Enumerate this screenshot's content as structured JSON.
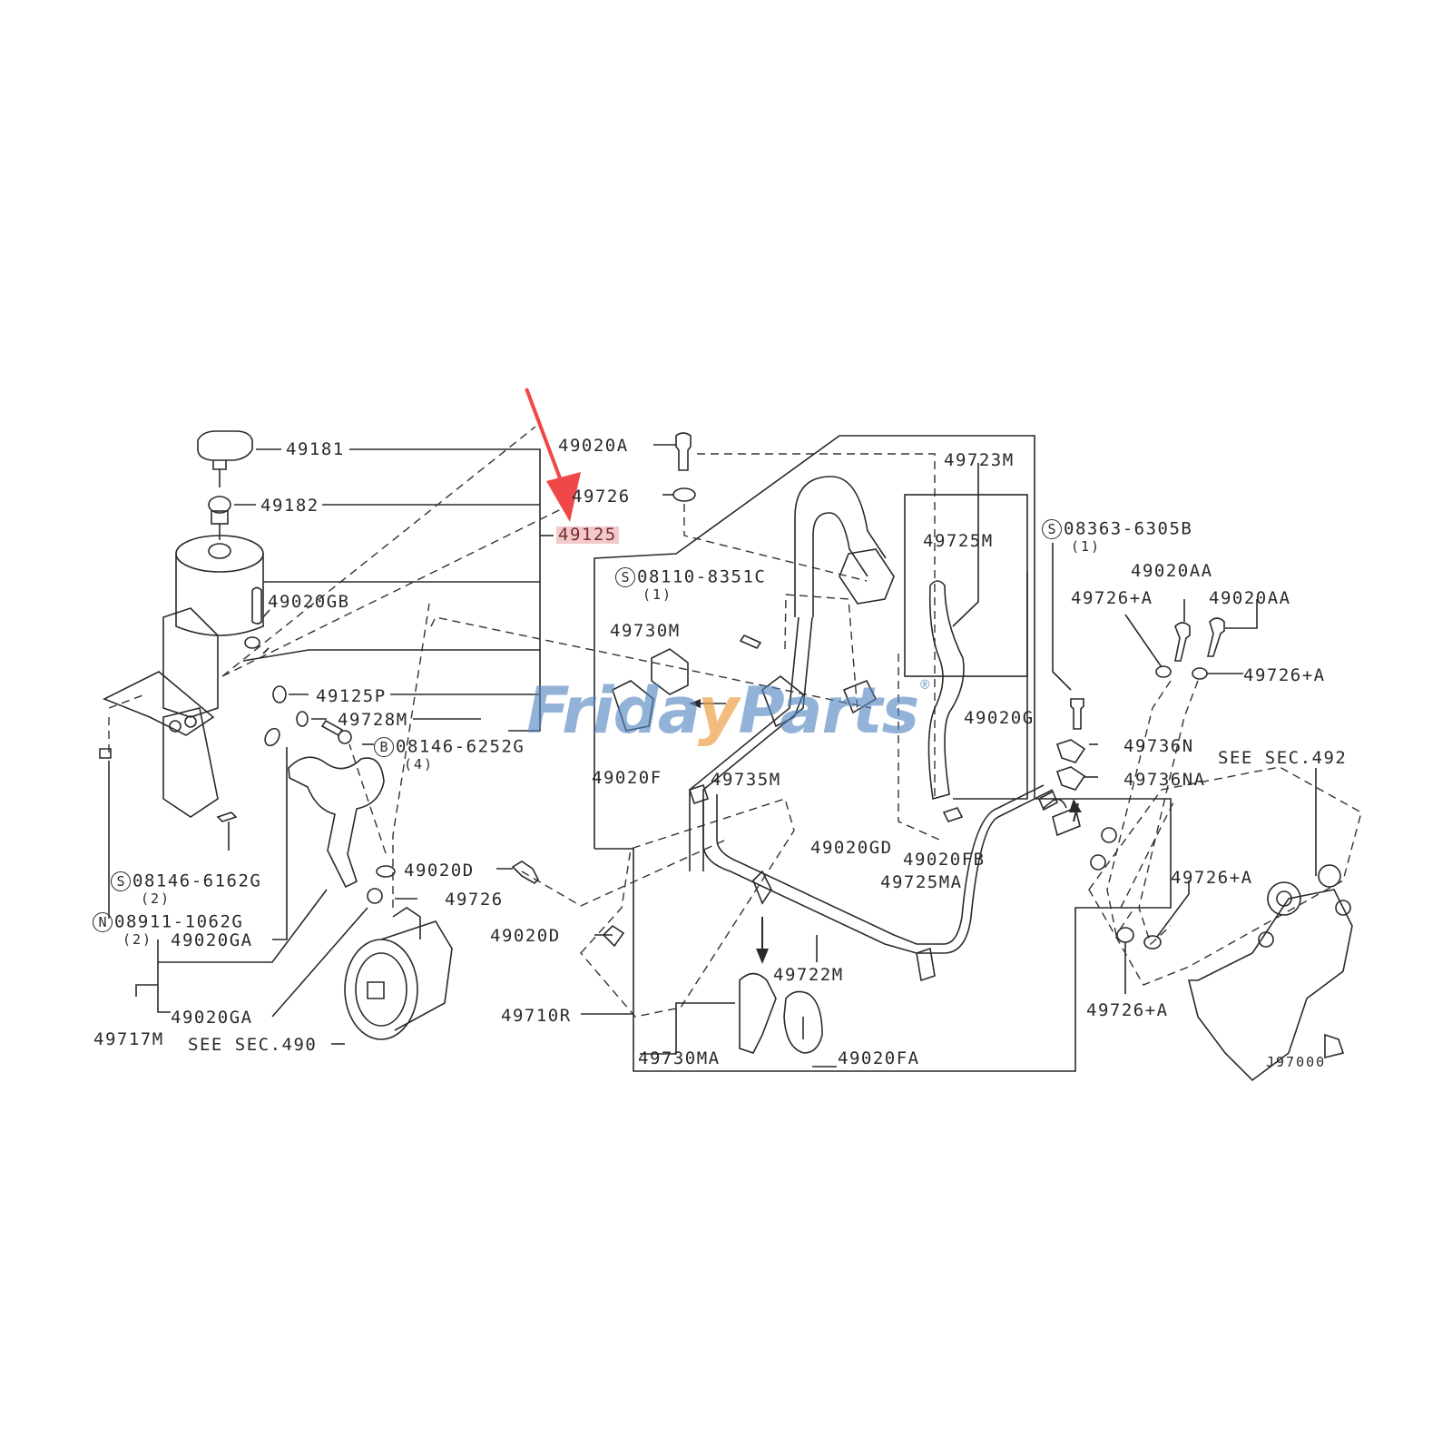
{
  "diagram": {
    "type": "exploded parts diagram",
    "subject": "power steering reservoir, pump hoses and steering gear",
    "watermark": {
      "text_left": "Frida",
      "text_j": "y",
      "text_right": "Parts",
      "registered": "®",
      "blue": "#5082be",
      "orange": "#eba046"
    },
    "highlight": {
      "part": "49125",
      "arrow_color": "#f04848",
      "highlight_bg": "#f2c9cc"
    },
    "diagram_code": "J97000"
  },
  "labels": {
    "p49181": "49181",
    "p49182": "49182",
    "p49125": "49125",
    "p49020A": "49020A",
    "p49726_top": "49726",
    "p49020GB": "49020GB",
    "p49125P": "49125P",
    "p49728M": "49728M",
    "bolt_b_symbol": "B",
    "bolt_b_part": "08146-6252G",
    "bolt_b_qty": "(4)",
    "bolt_s1_symbol": "S",
    "bolt_s1_part": "08146-6162G",
    "bolt_s1_qty": "(2)",
    "nut_n_symbol": "N",
    "nut_n_part": "08911-1062G",
    "nut_n_qty": "(2)",
    "p49020GA_1": "49020GA",
    "p49020GA_2": "49020GA",
    "p49717M": "49717M",
    "see_sec_490": "SEE SEC.490",
    "p49020D_1": "49020D",
    "p49726_mid": "49726",
    "p49020D_2": "49020D",
    "p49710R": "49710R",
    "bolt_s2_symbol": "S",
    "bolt_s2_part": "08110-8351C",
    "bolt_s2_qty": "(1)",
    "p49730M": "49730M",
    "p49020F": "49020F",
    "p49735M": "49735M",
    "p49723M": "49723M",
    "p49725M": "49725M",
    "p49020G": "49020G",
    "p49020GD": "49020GD",
    "p49020FB": "49020FB",
    "p49725MA": "49725MA",
    "p49722M": "49722M",
    "p49730MA": "49730MA",
    "p49020FA": "49020FA",
    "bolt_s3_symbol": "S",
    "bolt_s3_part": "08363-6305B",
    "bolt_s3_qty": "(1)",
    "p49020AA_1": "49020AA",
    "p49020AA_2": "49020AA",
    "p49726A_1": "49726+A",
    "p49726A_2": "49726+A",
    "p49736N": "49736N",
    "p49736NA": "49736NA",
    "see_sec_492": "SEE SEC.492",
    "p49726A_3": "49726+A",
    "p49726A_4": "49726+A"
  }
}
